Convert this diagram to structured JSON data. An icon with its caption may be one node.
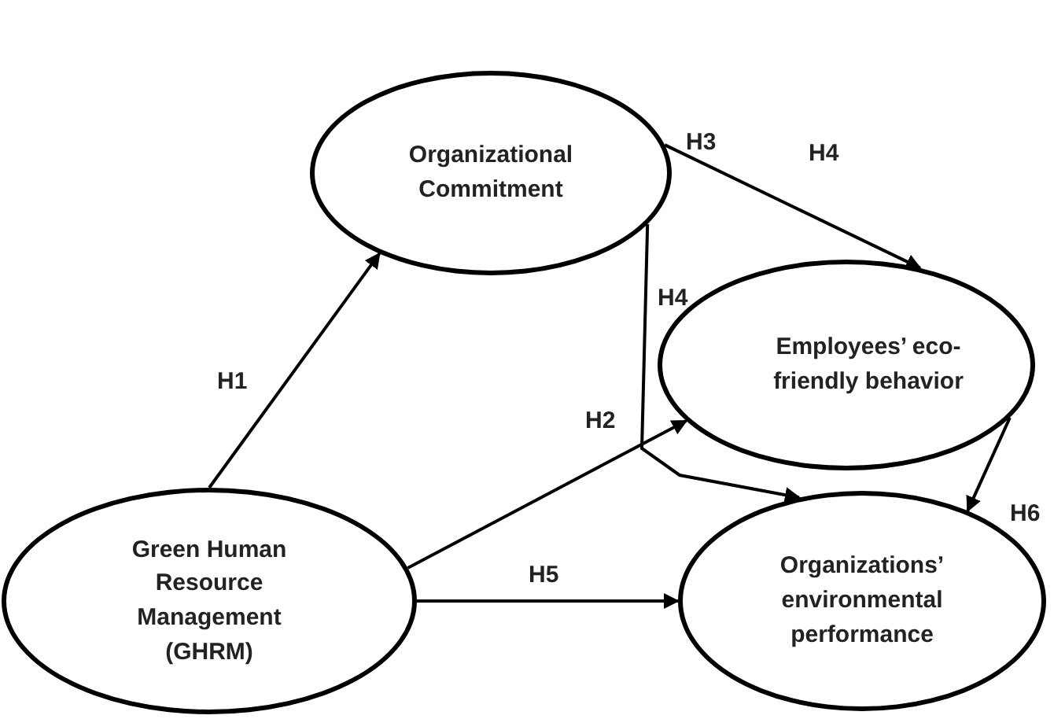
{
  "diagram": {
    "nodes": [
      {
        "text": [
          "Organizational Commitment"
        ]
      },
      {
        "text": [
          "Employees’ eco-friendly behavior"
        ]
      },
      {
        "text": [
          "Green Human Resource Management (GHRM)"
        ]
      },
      {
        "text": [
          "Organizations’ environmental performance"
        ]
      }
    ],
    "edges": [
      {
        "from": 2,
        "to": 0,
        "arrow": "to",
        "label": "H1"
      },
      {
        "from": 2,
        "to": 1,
        "arrow": "to",
        "label": "H2"
      },
      {
        "from": 0,
        "to": 1,
        "arrow": "to",
        "label": "H3"
      },
      {
        "from": 0,
        "to": 3,
        "arrow": "to",
        "label": "H4"
      },
      {
        "from": 1,
        "to": 3,
        "arrow": "to",
        "label": "H6"
      },
      {
        "from": 2,
        "to": 3,
        "arrow": "to",
        "label": "H5"
      }
    ],
    "labels": [
      "H4"
    ]
  }
}
